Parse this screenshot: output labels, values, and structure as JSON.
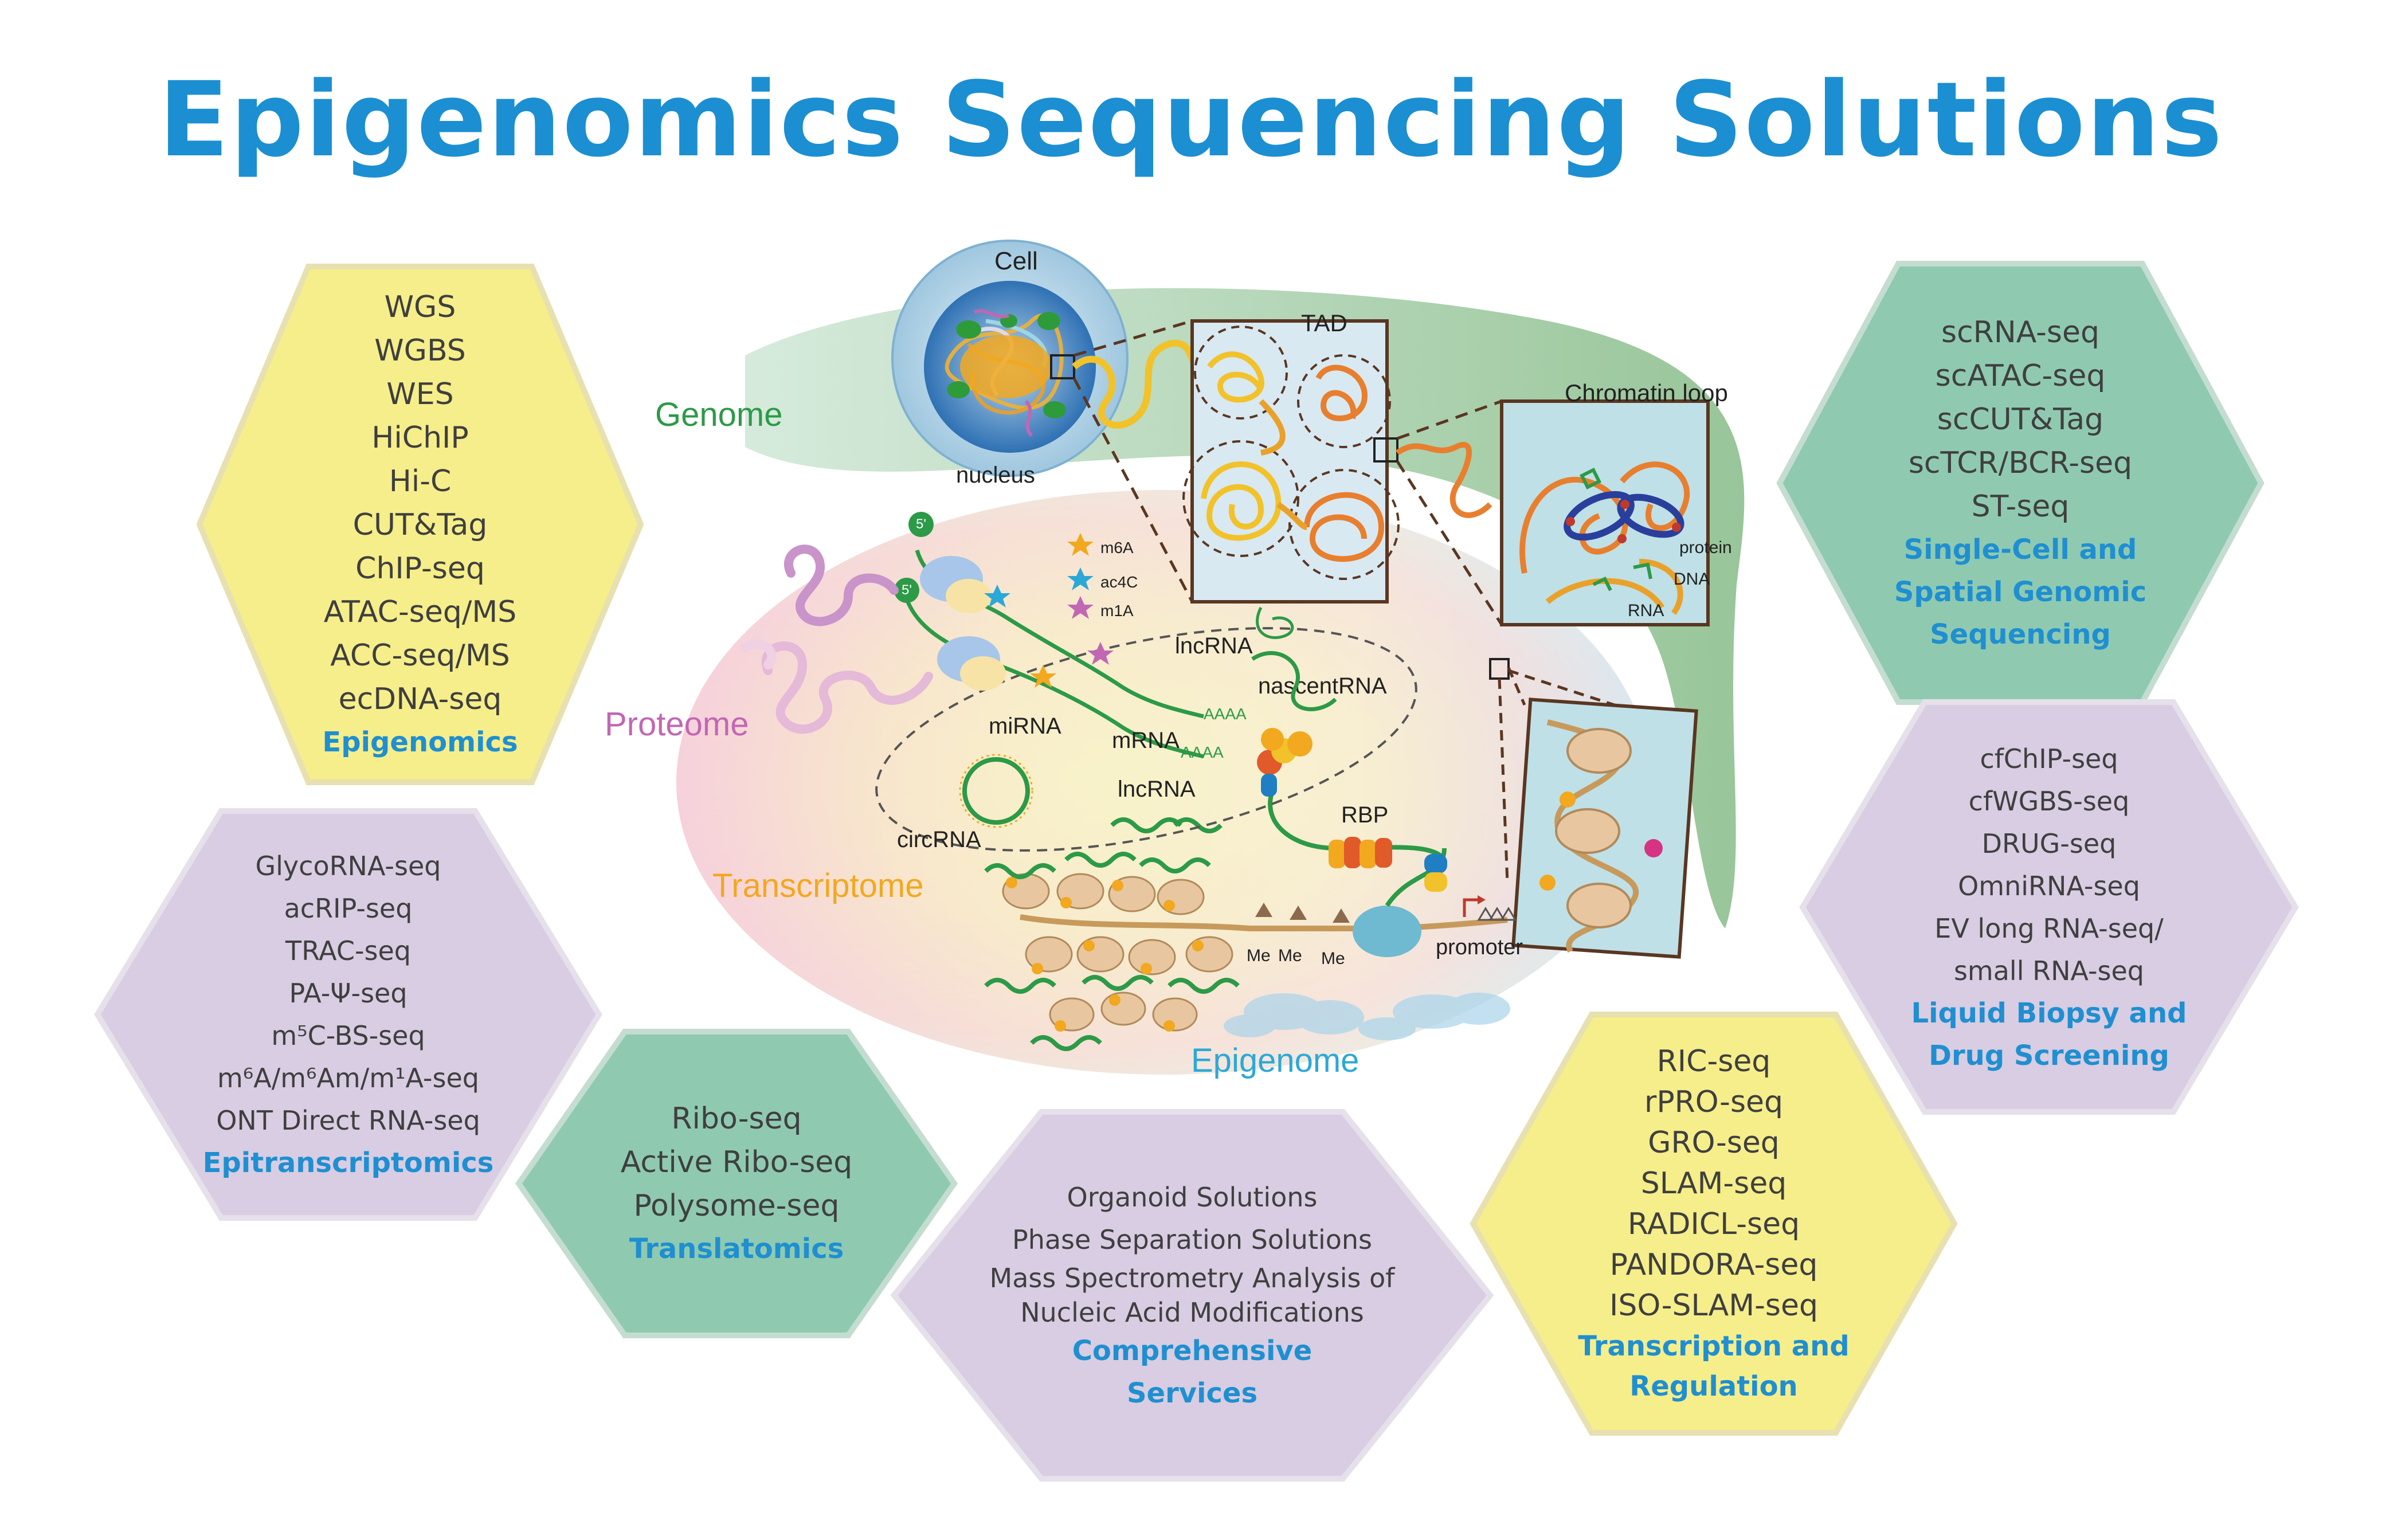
{
  "title": "Epigenomics Sequencing Solutions",
  "diagram_labels": {
    "cell": "Cell",
    "nucleus": "nucleus",
    "tad": "TAD",
    "chromatin_loop": "Chromatin loop",
    "genome": "Genome",
    "proteome": "Proteome",
    "transcriptome": "Transcriptome",
    "epigenome": "Epigenome",
    "m6a": "m6A",
    "ac4c": "ac4C",
    "m1a": "m1A",
    "lncrna_top": "lncRNA",
    "nascentrna": "nascentRNA",
    "mirna": "miRNA",
    "mrna": "mRNA",
    "lncrna_mid": "lncRNA",
    "circrna": "circRNA",
    "rbp": "RBP",
    "protein": "protein",
    "dna": "DNA",
    "rna": "RNA",
    "promoter": "promoter",
    "me1": "Me",
    "me2": "Me",
    "me3": "Me",
    "five_prime_1": "5'",
    "five_prime_2": "5'",
    "polya_1": "AAAA",
    "polya_2": "AAAA"
  },
  "hexagons": {
    "epigenomics": {
      "items": [
        "WGS",
        "WGBS",
        "WES",
        "HiChIP",
        "Hi-C",
        "CUT&Tag",
        "ChIP-seq",
        "ATAC-seq/MS",
        "ACC-seq/MS",
        "ecDNA-seq"
      ],
      "category": "Epigenomics",
      "fill": "#f5ee8a"
    },
    "single_cell": {
      "items": [
        "scRNA-seq",
        "scATAC-seq",
        "scCUT&Tag",
        "scTCR/BCR-seq",
        "ST-seq"
      ],
      "category_lines": [
        "Single-Cell and",
        "Spatial Genomic",
        "Sequencing"
      ],
      "fill": "#8fcab0"
    },
    "epitranscriptomics": {
      "items": [
        "GlycoRNA-seq",
        "acRIP-seq",
        "TRAC-seq",
        "PA-Ψ-seq",
        "m⁵C-BS-seq",
        "m⁶A/m⁶Am/m¹A-seq",
        "ONT Direct RNA-seq"
      ],
      "category": "Epitranscriptomics",
      "fill": "#d8cde2"
    },
    "liquid_biopsy": {
      "items": [
        "cfChIP-seq",
        "cfWGBS-seq",
        "DRUG-seq",
        "OmniRNA-seq",
        "EV long RNA-seq/",
        "small RNA-seq"
      ],
      "category_lines": [
        "Liquid Biopsy and",
        "Drug Screening"
      ],
      "fill": "#d8cde2"
    },
    "translatomics": {
      "items": [
        "Ribo-seq",
        "Active Ribo-seq",
        "Polysome-seq"
      ],
      "category": "Translatomics",
      "fill": "#8fcab0"
    },
    "comprehensive": {
      "items": [
        "Organoid Solutions",
        "Phase Separation Solutions",
        "Mass Spectrometry Analysis of",
        "Nucleic Acid Modifications"
      ],
      "category_lines": [
        "Comprehensive",
        "Services"
      ],
      "fill": "#d8cde2"
    },
    "transcription": {
      "items": [
        "RIC-seq",
        "rPRO-seq",
        "GRO-seq",
        "SLAM-seq",
        "RADICL-seq",
        "PANDORA-seq",
        "ISO-SLAM-seq"
      ],
      "category_lines": [
        "Transcription and",
        "Regulation"
      ],
      "fill": "#f5ee8a"
    }
  }
}
